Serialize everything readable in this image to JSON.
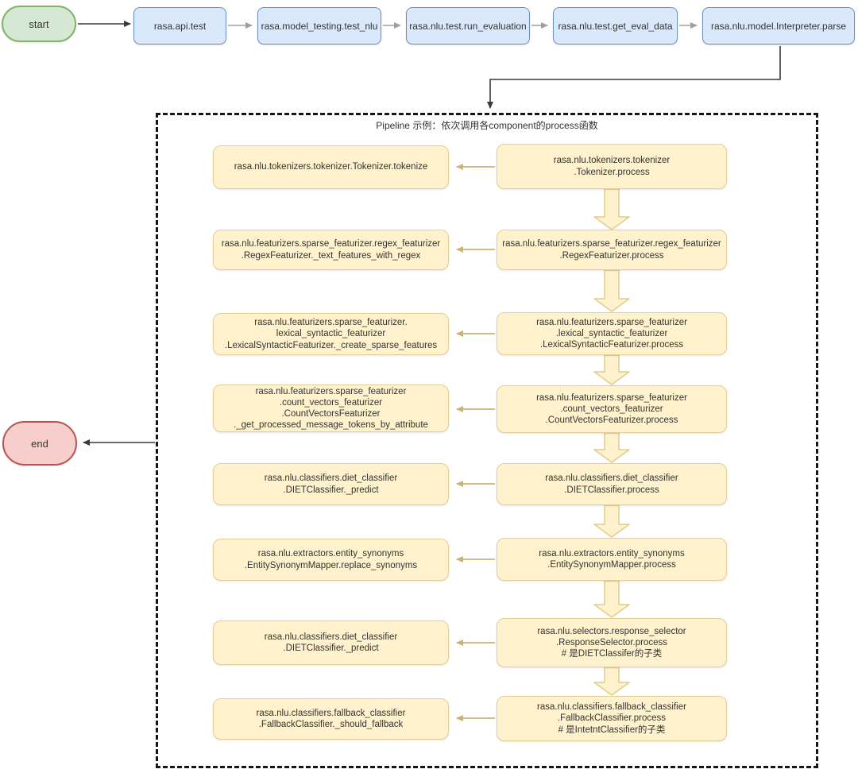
{
  "diagram": {
    "start_label": "start",
    "end_label": "end",
    "top_chain": [
      "rasa.api.test",
      "rasa.model_testing.test_nlu",
      "rasa.nlu.test.run_evaluation",
      "rasa.nlu.test.get_eval_data",
      "rasa.nlu.model.Interpreter.parse"
    ],
    "pipeline": {
      "title": "Pipeline 示例：依次调用各component的process函数",
      "rows": [
        {
          "left": [
            "rasa.nlu.tokenizers.tokenizer.Tokenizer.tokenize"
          ],
          "right": [
            "rasa.nlu.tokenizers.tokenizer",
            ".Tokenizer.process"
          ]
        },
        {
          "left": [
            "rasa.nlu.featurizers.sparse_featurizer.regex_featurizer",
            ".RegexFeaturizer._text_features_with_regex"
          ],
          "right": [
            "rasa.nlu.featurizers.sparse_featurizer.regex_featurizer",
            ".RegexFeaturizer.process"
          ]
        },
        {
          "left": [
            "rasa.nlu.featurizers.sparse_featurizer.",
            "lexical_syntactic_featurizer",
            ".LexicalSyntacticFeaturizer._create_sparse_features"
          ],
          "right": [
            "rasa.nlu.featurizers.sparse_featurizer",
            ".lexical_syntactic_featurizer",
            ".LexicalSyntacticFeaturizer.process"
          ]
        },
        {
          "left": [
            "rasa.nlu.featurizers.sparse_featurizer",
            ".count_vectors_featurizer",
            ".CountVectorsFeaturizer",
            "._get_processed_message_tokens_by_attribute"
          ],
          "right": [
            "rasa.nlu.featurizers.sparse_featurizer",
            ".count_vectors_featurizer",
            ".CountVectorsFeaturizer.process"
          ]
        },
        {
          "left": [
            "rasa.nlu.classifiers.diet_classifier",
            ".DIETClassifier._predict"
          ],
          "right": [
            "rasa.nlu.classifiers.diet_classifier",
            ".DIETClassifier.process"
          ]
        },
        {
          "left": [
            "rasa.nlu.extractors.entity_synonyms",
            ".EntitySynonymMapper.replace_synonyms"
          ],
          "right": [
            "rasa.nlu.extractors.entity_synonyms",
            ".EntitySynonymMapper.process"
          ]
        },
        {
          "left": [
            "rasa.nlu.classifiers.diet_classifier",
            ".DIETClassifier._predict"
          ],
          "right": [
            "rasa.nlu.selectors.response_selector",
            ".ResponseSelector.process",
            "# 是DIETClassifer的子类"
          ]
        },
        {
          "left": [
            "rasa.nlu.classifiers.fallback_classifier",
            ".FallbackClassifier._should_fallback"
          ],
          "right": [
            "rasa.nlu.classifiers.fallback_classifier",
            ".FallbackClassifier.process",
            "# 是IntetntClassifier的子类"
          ]
        }
      ]
    },
    "colors": {
      "start_fill": "#d5e8d4",
      "start_border": "#82b366",
      "end_fill": "#f8cecc",
      "end_border": "#b85450",
      "chain_fill": "#dae8fc",
      "chain_border": "#6c8ebf",
      "process_fill": "#fff2cc",
      "process_border": "#e2cf97",
      "arrow_black": "#3a3a3a",
      "arrow_gray": "#9f9f9f",
      "arrow_tan": "#c9b378"
    }
  }
}
